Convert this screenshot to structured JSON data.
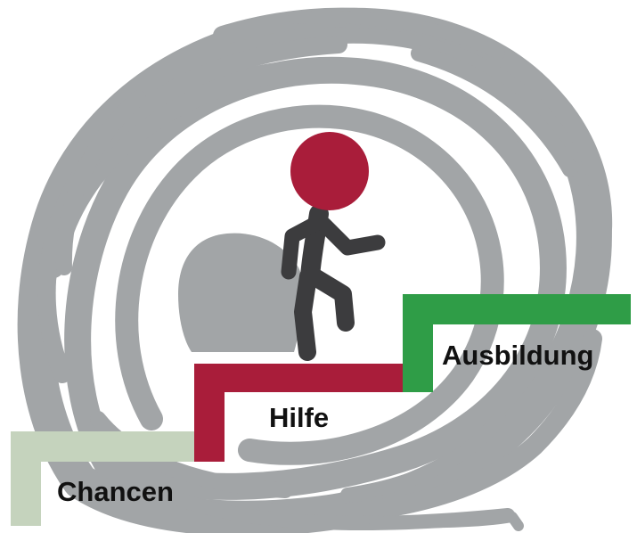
{
  "colors": {
    "swirl": "#a2a5a7",
    "figure_head": "#a91d3a",
    "figure_body": "#3c3c3e",
    "step_chancen": "#c5d3bd",
    "step_hilfe": "#a91d3a",
    "step_ausbildung": "#2f9d47",
    "label_text": "#111111"
  },
  "icons": {
    "figure": "person-climbing-stairs-icon",
    "background": "grey-scribble-swirl"
  },
  "steps": [
    {
      "label": "Chancen"
    },
    {
      "label": "Hilfe"
    },
    {
      "label": "Ausbildung"
    }
  ]
}
